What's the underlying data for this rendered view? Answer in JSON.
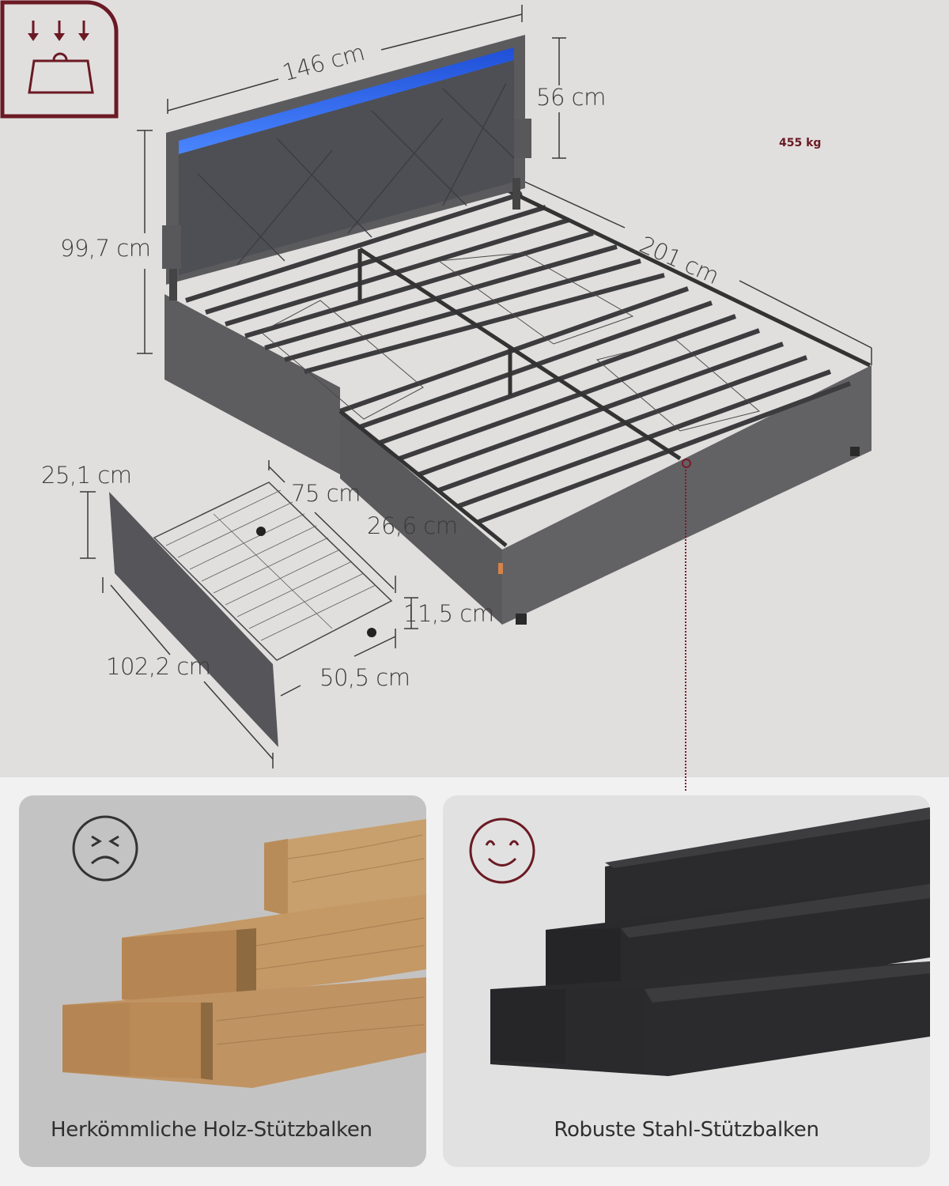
{
  "dimensions": {
    "headboard_width": "146 cm",
    "headboard_height": "56 cm",
    "total_height": "99,7 cm",
    "length": "201 cm",
    "drawer_front_height": "25,1 cm",
    "drawer_depth": "75 cm",
    "clearance_height": "26,6 cm",
    "basket_height": "11,5 cm",
    "drawer_front_width": "102,2 cm",
    "basket_width": "50,5 cm"
  },
  "load_badge": {
    "icon": "weight-load-icon",
    "value": "455 kg",
    "color": "#6b1a24"
  },
  "comparison": {
    "left": {
      "icon": "sad-face-icon",
      "caption": "Herkömmliche Holz-Stützbalken",
      "material": "wood"
    },
    "right": {
      "icon": "happy-face-icon",
      "caption": "Robuste Stahl-Stützbalken",
      "material": "steel"
    }
  },
  "colors": {
    "background_top": "#e1dfde",
    "fabric_grey": "#5a5a5c",
    "led_blue": "#2f6cf0",
    "accent_maroon": "#6b1a24"
  }
}
